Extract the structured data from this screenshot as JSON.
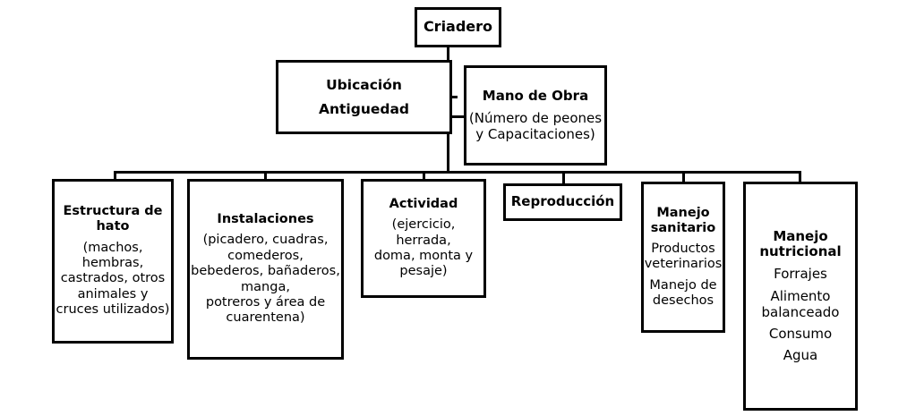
{
  "diagram": {
    "type": "organizational-tree",
    "orientation": "top-down",
    "background_color": "#ffffff",
    "line_color": "#000000",
    "box_border_color": "#000000",
    "box_fill_color": "#ffffff"
  },
  "nodes": {
    "root": {
      "title": "Criadero"
    },
    "level2": [
      {
        "id": "ubicacion",
        "title_line_1": "Ubicación",
        "title_line_2": "Antiguedad"
      },
      {
        "id": "mano-de-obra",
        "title": "Mano de Obra",
        "sub_line_1": "(Número de peones",
        "sub_line_2": "y Capacitaciones)"
      }
    ],
    "level3": [
      {
        "id": "estructura-de-hato",
        "title_line_1": "Estructura de",
        "title_line_2": "hato",
        "sub_line_1": "(machos,",
        "sub_line_2": "hembras,",
        "sub_line_3": "castrados, otros",
        "sub_line_4": "animales y",
        "sub_line_5": "cruces utilizados)"
      },
      {
        "id": "instalaciones",
        "title": "Instalaciones",
        "sub_line_1": "(picadero, cuadras,",
        "sub_line_2": "comederos,",
        "sub_line_3": "bebederos, bañaderos,",
        "sub_line_4": "manga,",
        "sub_line_5": "potreros y área de",
        "sub_line_6": "cuarentena)"
      },
      {
        "id": "actividad",
        "title": "Actividad",
        "sub_line_1": "(ejercicio, herrada,",
        "sub_line_2": "doma, monta y",
        "sub_line_3": "pesaje)"
      },
      {
        "id": "reproduccion",
        "title": "Reproducción"
      },
      {
        "id": "manejo-sanitario",
        "title_line_1": "Manejo",
        "title_line_2": "sanitario",
        "sub_line_1": "Productos",
        "sub_line_2": "veterinarios",
        "sub_line_3": "Manejo de",
        "sub_line_4": "desechos"
      },
      {
        "id": "manejo-nutricional",
        "title_line_1": "Manejo",
        "title_line_2": "nutricional",
        "sub_line_1": "Forrajes",
        "sub_line_2": "Alimento",
        "sub_line_3": "balanceado",
        "sub_line_4": "Consumo",
        "sub_line_5": "Agua"
      }
    ]
  }
}
